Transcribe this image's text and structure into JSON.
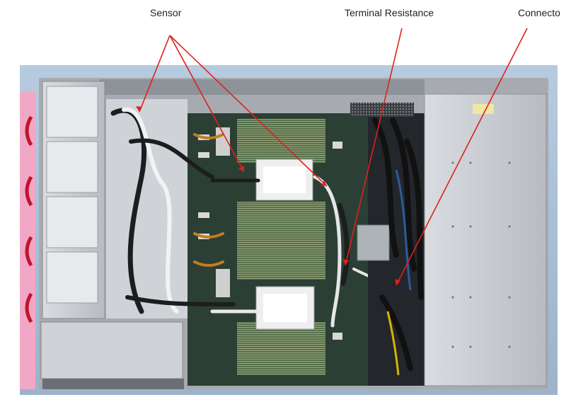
{
  "labels": {
    "sensor": "Sensor",
    "terminal_resistance": "Terminal Resistance",
    "connector": "Connecto"
  },
  "colors": {
    "callout_line": "#e0201b",
    "background_wall": "#a9c0d6",
    "pink_foam": "#f3a6c5",
    "chassis_metal": "#c9ccd0",
    "board_green": "#2f4a3d",
    "dimm_green": "#5f7a4c"
  }
}
